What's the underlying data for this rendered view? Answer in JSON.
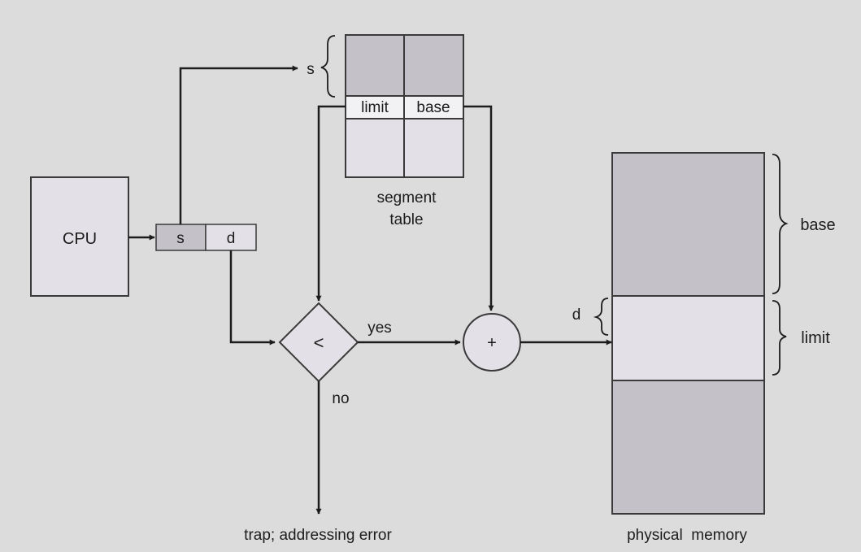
{
  "cpu": {
    "label": "CPU"
  },
  "logical_address": {
    "s": "s",
    "d": "d"
  },
  "segment_table": {
    "index_label": "s",
    "limit_header": "limit",
    "base_header": "base",
    "caption_line1": "segment",
    "caption_line2": "table"
  },
  "comparator": {
    "symbol": "<",
    "yes_label": "yes",
    "no_label": "no"
  },
  "adder": {
    "symbol": "+"
  },
  "trap": {
    "label": "trap; addressing error"
  },
  "memory": {
    "caption": "physical  memory",
    "base_label": "base",
    "limit_label": "limit",
    "offset_label": "d"
  },
  "colors": {
    "background": "#dcdcdc",
    "box_fill": "#e3e1e7",
    "shaded_fill": "#c4c2c8",
    "stroke": "#3a3a3a"
  }
}
